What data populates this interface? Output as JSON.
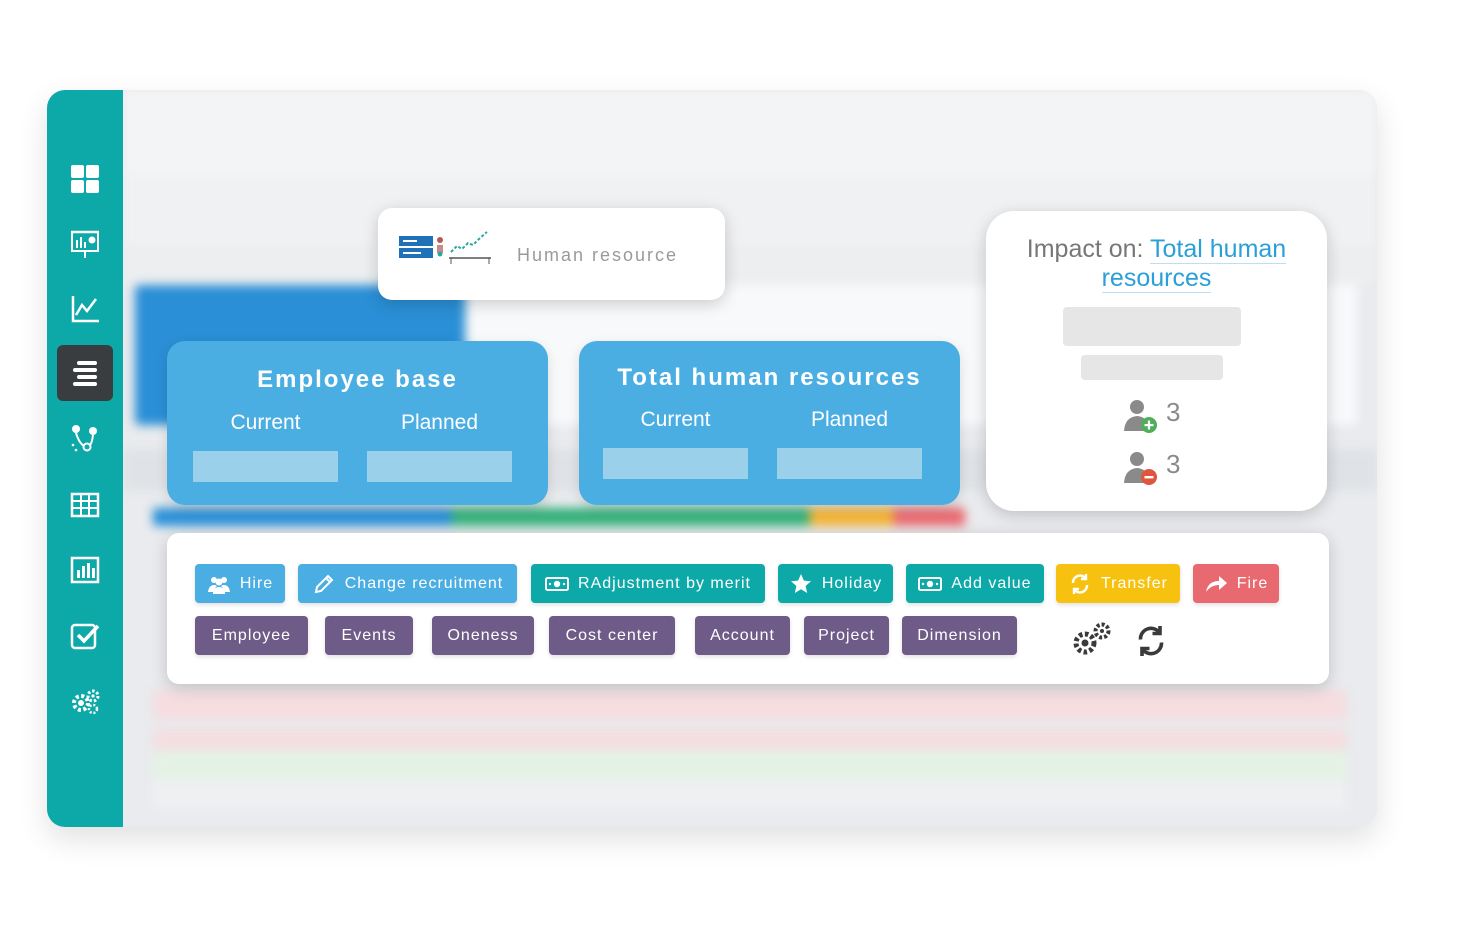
{
  "sidebar": {
    "items": [
      {
        "icon": "dashboard-icon"
      },
      {
        "icon": "presentation-icon"
      },
      {
        "icon": "line-chart-icon"
      },
      {
        "icon": "align-list-icon",
        "active": true
      },
      {
        "icon": "workflow-icon"
      },
      {
        "icon": "table-icon"
      },
      {
        "icon": "bar-chart-icon"
      },
      {
        "icon": "checklist-icon"
      },
      {
        "icon": "settings-icon"
      }
    ]
  },
  "module_card": {
    "label": "Human resource"
  },
  "employee_base": {
    "title": "Employee base",
    "current": "Current",
    "planned": "Planned"
  },
  "total_hr": {
    "title": "Total human resources",
    "current": "Current",
    "planned": "Planned"
  },
  "impact": {
    "prefix": "Impact on:",
    "target_line1": "Total human",
    "target_line2": "resources",
    "added_count": "3",
    "removed_count": "3"
  },
  "actions": {
    "hire": "Hire",
    "change_recruitment": "Change recruitment",
    "adjustment": "RAdjustment by merit",
    "holiday": "Holiday",
    "add_value": "Add value",
    "transfer": "Transfer",
    "fire": "Fire"
  },
  "dimensions": {
    "employee": "Employee",
    "events": "Events",
    "oneness": "Oneness",
    "cost_center": "Cost center",
    "account": "Account",
    "project": "Project",
    "dimension": "Dimension"
  },
  "colors": {
    "sidebar": "#0da9a8",
    "card_blue": "#4aaee3",
    "action_blue": "#4aaee3",
    "action_teal": "#0da9a8",
    "action_yellow": "#f7c20f",
    "action_red": "#e86a70",
    "dimension_purple": "#6f5b87",
    "link_blue": "#2a9fd8"
  }
}
